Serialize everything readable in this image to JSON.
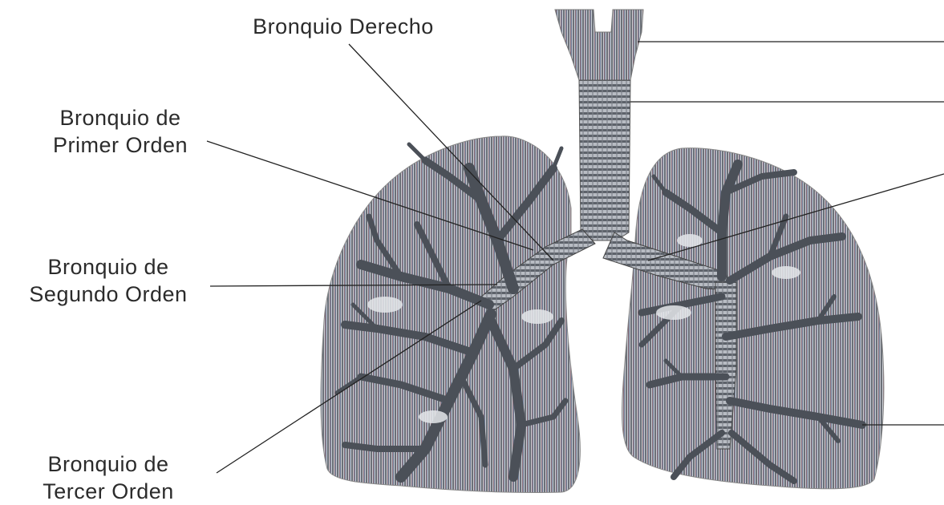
{
  "labels": {
    "bronquio_derecho": "Bronquio Derecho",
    "primer_orden": {
      "line1": "Bronquio de",
      "line2": "Primer Orden"
    },
    "segundo_orden": {
      "line1": "Bronquio de",
      "line2": "Segundo Orden"
    },
    "tercer_orden": {
      "line1": "Bronquio de",
      "line2": "Tercer Orden"
    }
  },
  "colors": {
    "lung_fill": "#9aa0a8",
    "stripe_a": "#6b7078",
    "stripe_b": "#c9ccd2",
    "bronchi": "#4b5058",
    "leader_line": "#222222"
  }
}
